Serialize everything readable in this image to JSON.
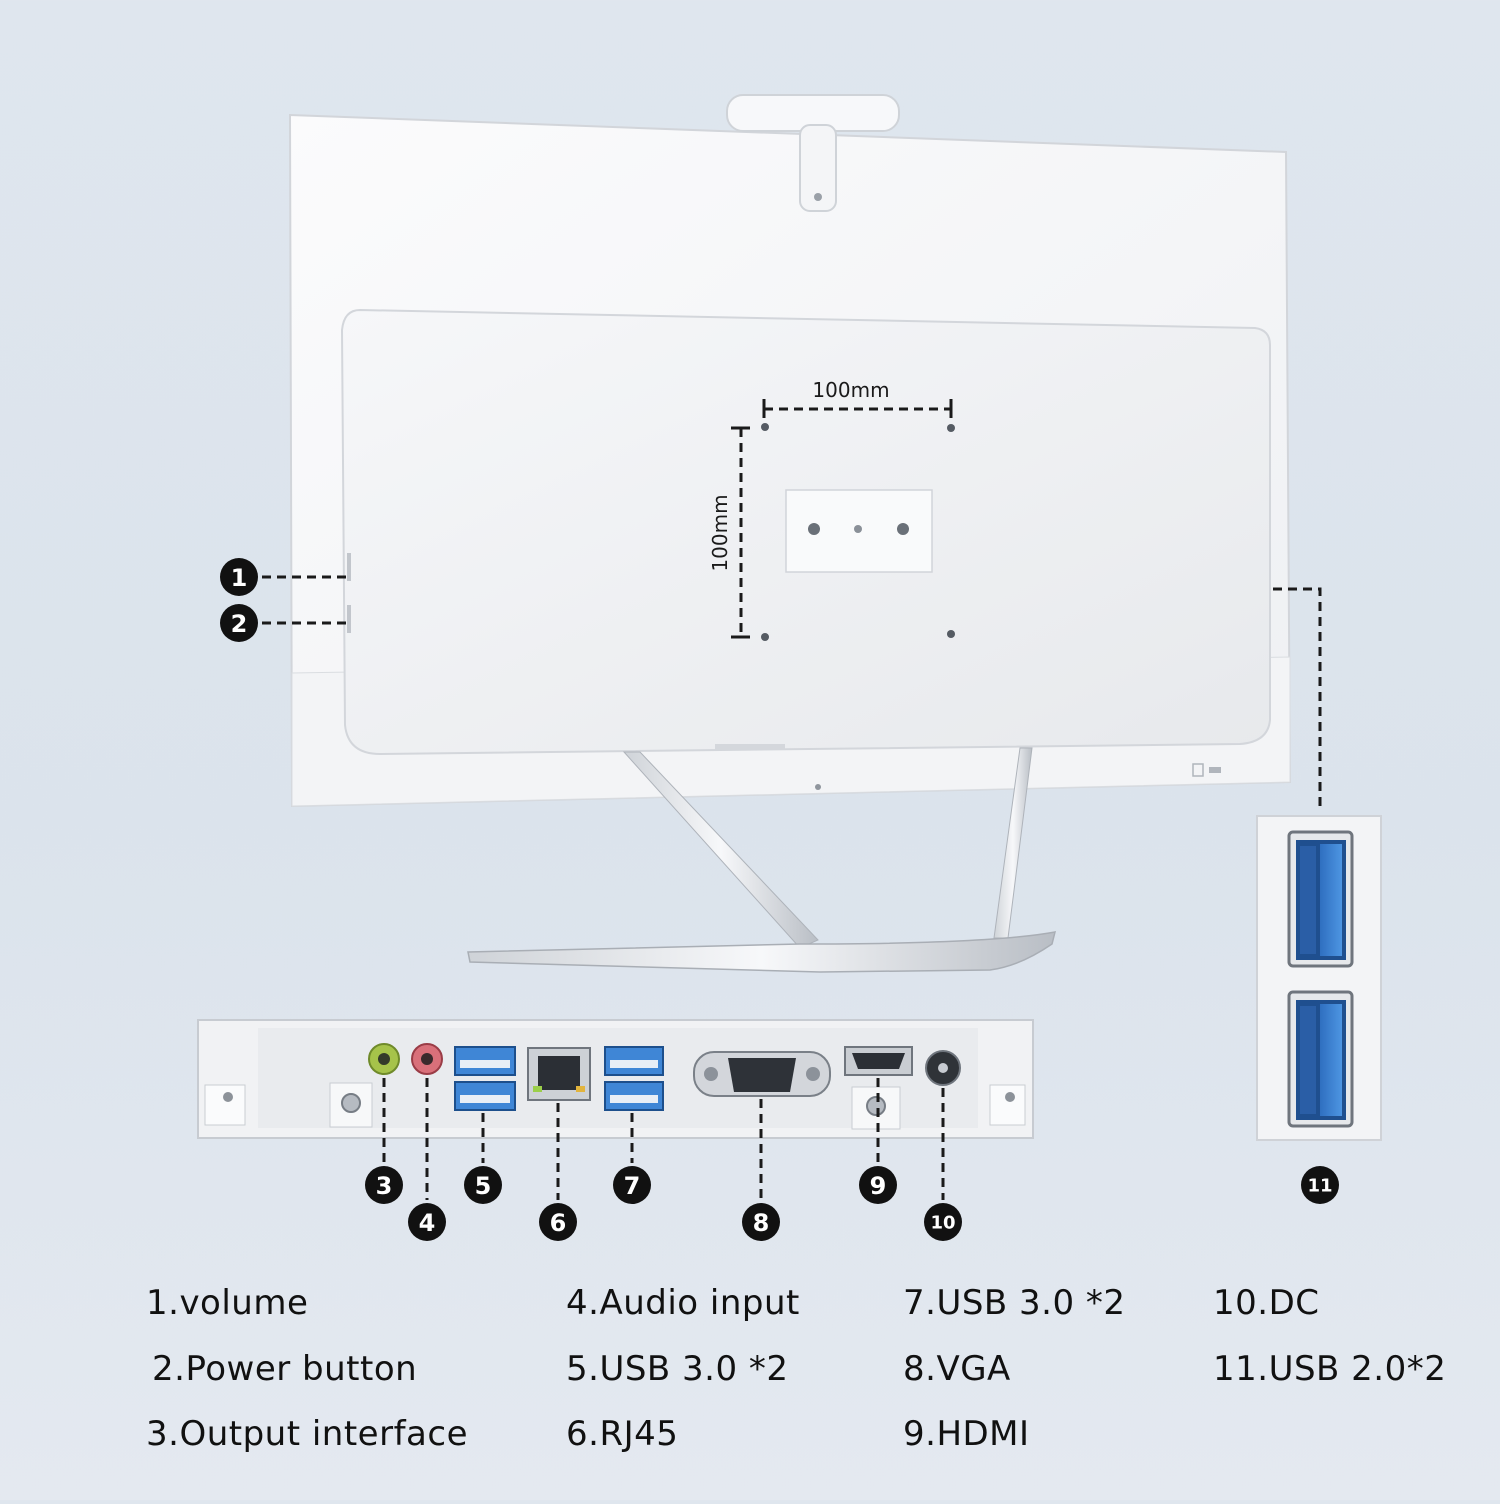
{
  "dimensions": {
    "horizontal": "100mm",
    "vertical": "100mm"
  },
  "callouts": [
    "1",
    "2",
    "3",
    "4",
    "5",
    "6",
    "7",
    "8",
    "9",
    "10",
    "11"
  ],
  "legend": [
    "1.volume",
    "2.Power button",
    "3.Output interface",
    "4.Audio input",
    "5.USB 3.0 *2",
    "6.RJ45",
    "7.USB 3.0 *2",
    "8.VGA",
    "9.HDMI",
    "10.DC",
    "11.USB 2.0*2"
  ],
  "colors": {
    "background": "#dde4ec",
    "device": "#f4f5f7",
    "usb3": "#3f86d6",
    "audio_out": "#a6c34a",
    "audio_in": "#d9707a",
    "badge": "#111111"
  }
}
